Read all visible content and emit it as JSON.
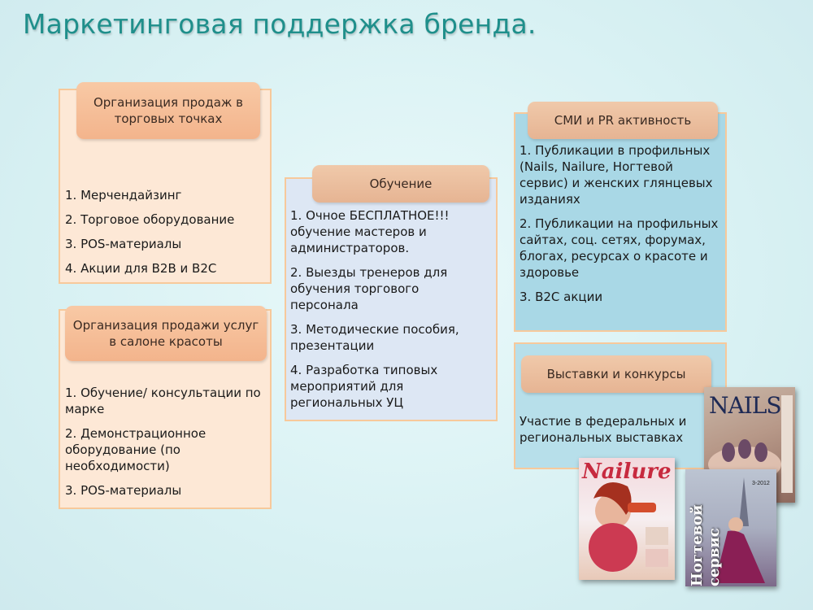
{
  "page": {
    "title": "Маркетинговая поддержка бренда."
  },
  "sales_points": {
    "header": "Организация продаж в торговых точках",
    "items": [
      "1. Мерчендайзинг",
      "2. Торговое оборудование",
      "3. POS-материалы",
      "4. Акции для B2B и B2C"
    ]
  },
  "salon_sales": {
    "header": "Организация  продажи услуг в салоне красоты",
    "items": [
      "1. Обучение/ консультации по марке",
      "2.  Демонстрационное оборудование (по необходимости)",
      "3. POS-материалы"
    ]
  },
  "training": {
    "header": "Обучение",
    "items": [
      "1. Очное БЕСПЛАТНОЕ!!! обучение мастеров и администраторов.",
      "2. Выезды тренеров для обучения торгового персонала",
      "3. Методические пособия, презентации",
      "4. Разработка типовых мероприятий для региональных УЦ"
    ]
  },
  "media": {
    "header": "СМИ и PR активность",
    "items": [
      "1. Публикации в профильных (Nails, Nailure, Ногтевой сервис) и женских глянцевых изданиях",
      "2. Публикации на профильных сайтах, соц. сетях, форумах, блогах, ресурсах о красоте и здоровье",
      "3. B2C акции"
    ]
  },
  "exhibitions": {
    "header": "Выставки и конкурсы",
    "text": "Участие в федеральных и региональных  выставках"
  },
  "magazines": {
    "nails": "NAILS",
    "nailure": "Nailure",
    "nogtevoi": "Ногтевой сервис",
    "issue": "3-2012"
  },
  "colors": {
    "title": "#1f8f8b",
    "peach_box": "#fde8d6",
    "lavender_box": "#dde7f4",
    "blue_box": "#a9d8e6",
    "header_peach": "#f3b48c"
  }
}
